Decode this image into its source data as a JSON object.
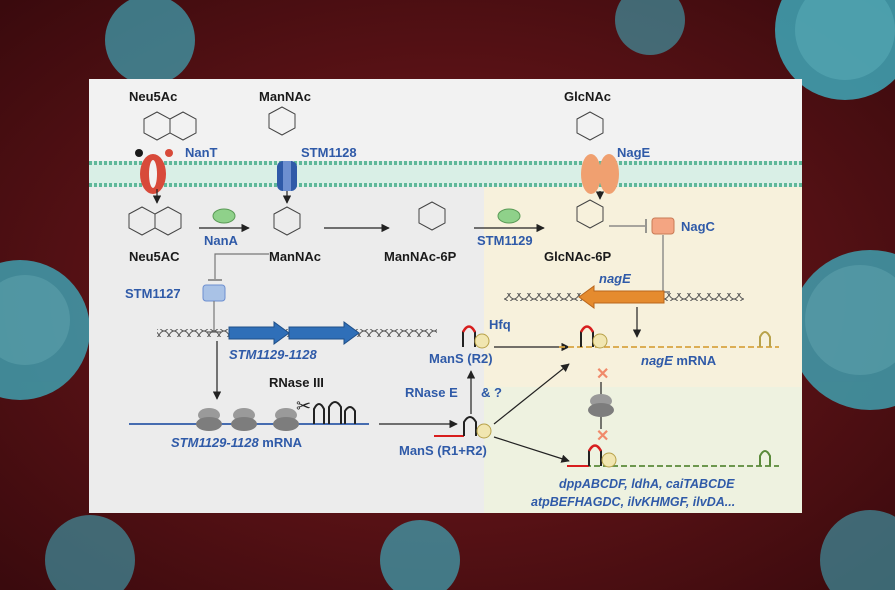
{
  "molecules": {
    "neu5ac_out": "Neu5Ac",
    "mannac_out": "ManNAc",
    "glcnac_out": "GlcNAc",
    "neu5ac_in": "Neu5AC",
    "mannac_in": "ManNAc",
    "mannac6p": "ManNAc-6P",
    "glcnac6p": "GlcNAc-6P"
  },
  "proteins": {
    "nant": "NanT",
    "stm1128_transporter": "STM1128",
    "nage_transporter": "NagE",
    "nana": "NanA",
    "stm1129_enzyme": "STM1129",
    "nagc": "NagC",
    "stm1127": "STM1127",
    "hfq": "Hfq",
    "rnase3": "RNase III",
    "rnase_e": "RNase E",
    "rnase_e_amp": "& ?"
  },
  "genes": {
    "nage_gene": "nagE",
    "operon": "STM1129-1128",
    "operon_mrna_italic": "STM1129-1128",
    "operon_mrna_suffix": " mRNA",
    "nage_mrna_italic": "nagE",
    "nage_mrna_suffix": " mRNA",
    "targets_line1": "dppABCDF, ldhA, caiTABCDE",
    "targets_line2": "atpBEFHAGDC, ilvKHMGF, ilvDA..."
  },
  "srna": {
    "mans_r2": "ManS (R2)",
    "mans_r1r2": "ManS (R1+R2)"
  },
  "colors": {
    "label_blue": "#2f5aa8",
    "label_black": "#1a1a1a",
    "membrane_green": "#5fb89a",
    "nagc_orange": "#f4a582",
    "enzyme_green": "#8fd18a",
    "srna_red": "#d81e1e",
    "mrna_orange": "#d9a441",
    "gene_blue": "#2f6fb8",
    "gene_orange": "#e58b2e",
    "repress_x": "#f08a6a",
    "background_virus": "#3fa7b8"
  }
}
